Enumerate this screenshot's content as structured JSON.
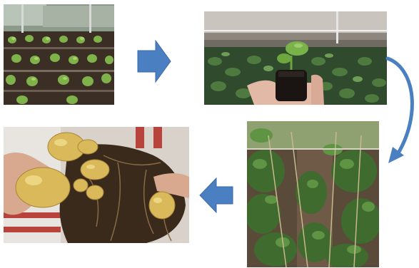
{
  "diagram": {
    "steps": [
      {
        "icon": "seedling-nursery-photo"
      },
      {
        "icon": "transplant-plug-photo"
      },
      {
        "icon": "trellised-crop-photo"
      },
      {
        "icon": "harvested-potatoes-photo"
      }
    ],
    "arrows": [
      {
        "icon": "arrow-right-icon",
        "direction": "right"
      },
      {
        "icon": "curved-arrow-down-icon",
        "direction": "down"
      },
      {
        "icon": "arrow-left-icon",
        "direction": "left"
      }
    ],
    "colors": {
      "arrow_fill": "#4a7fc1",
      "arrow_edge": "#3a6aa8",
      "background": "#ffffff"
    }
  }
}
